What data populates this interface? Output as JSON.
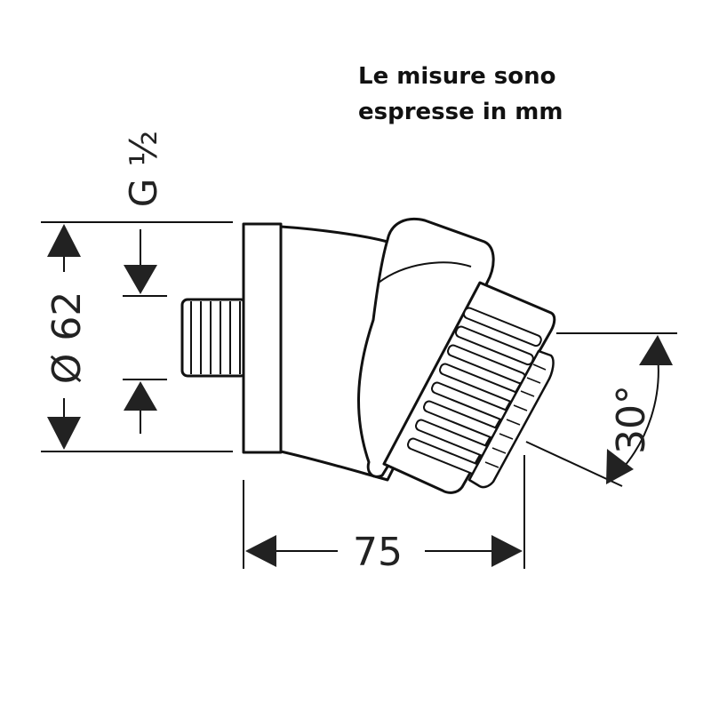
{
  "note": {
    "line1": "Le misure sono",
    "line2": "espresse in mm"
  },
  "dimensions": {
    "diameter": "Ø 62",
    "thread": "G ½",
    "length": "75",
    "angle": "30°"
  },
  "colors": {
    "line": "#111111",
    "fill": "#ffffff",
    "arrow": "#222222"
  }
}
